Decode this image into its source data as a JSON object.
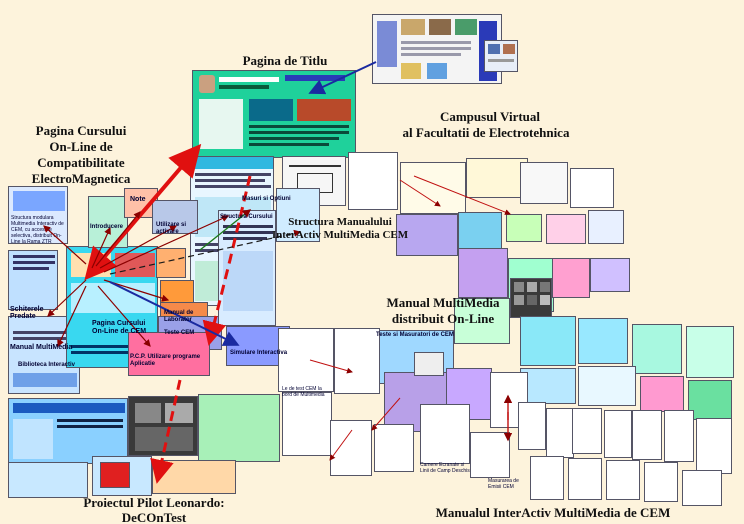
{
  "labels": {
    "pagina_de_titlu": "Pagina de Titlu",
    "campusul_line1": "Campusul Virtual",
    "campusul_line2": "al Facultatii de Electrotehnica",
    "pagina_cursului_line1": "Pagina Cursului",
    "pagina_cursului_line2": "On-Line de",
    "pagina_cursului_line3": "Compatibilitate",
    "pagina_cursului_line4": "ElectroMagnetica",
    "structura_line1": "Structura Manualului",
    "structura_line2": "InterActiv MultiMedia CEM",
    "manual_line1": "Manual MultiMedia",
    "manual_line2": "distribuit On-Line",
    "proiectul_line1": "Proiectul Pilot Leonardo:",
    "proiectul_line2": "DeCOnTest",
    "manualul_interactiv": "Manualul InterActiv MultiMedia de CEM"
  },
  "small_text": {
    "structura_modulara": "Structura modulara Multimedia Interactiv de CEM, cu accesare selectiva, distribuit On-Line la Rama ZTR",
    "schiterele_predate": "Schiterele Predate",
    "manual_multimedia": "Manual MultiMedia",
    "biblioteca_interactiv": "Biblioteca Interactiv",
    "pagina_cursului_small_1": "Pagina Cursului",
    "pagina_cursului_small_2": "On-Line de CEM",
    "note": "Note",
    "introducere": "Introducere",
    "utilizare_si_activare": "Utilizare si activare",
    "structura_cursului": "Structura Cursului",
    "manual_de_laborator": "Manual de Laborator",
    "teste_cem": "Teste CEM",
    "pcp_utilizare": "P.C.P. Utilizare programe Aplicatie",
    "simulare_interactiva": "Simulare Interactiva",
    "teste_si_masuratori": "Teste si Masuratori de CEM",
    "masuri_optiuni": "Masuri si Optiuni",
    "le_de_test": "Le de test CEM la bord de Multimedia",
    "camere_ecranate": "Camere Ecranate si Linii de Camp Deschis",
    "masurarea_cem": "Masurarea de Emisii CEM"
  },
  "colors": {
    "background": "#fdf3dc",
    "arrow_red": "#e01010",
    "arrow_blue": "#1a2aa0",
    "arrow_darkred": "#8b0000",
    "arrow_green": "#1a7a1a",
    "title_page": "#1fd19b",
    "cyan_panel": "#39d8f0",
    "lavender": "#b8a7f0"
  }
}
